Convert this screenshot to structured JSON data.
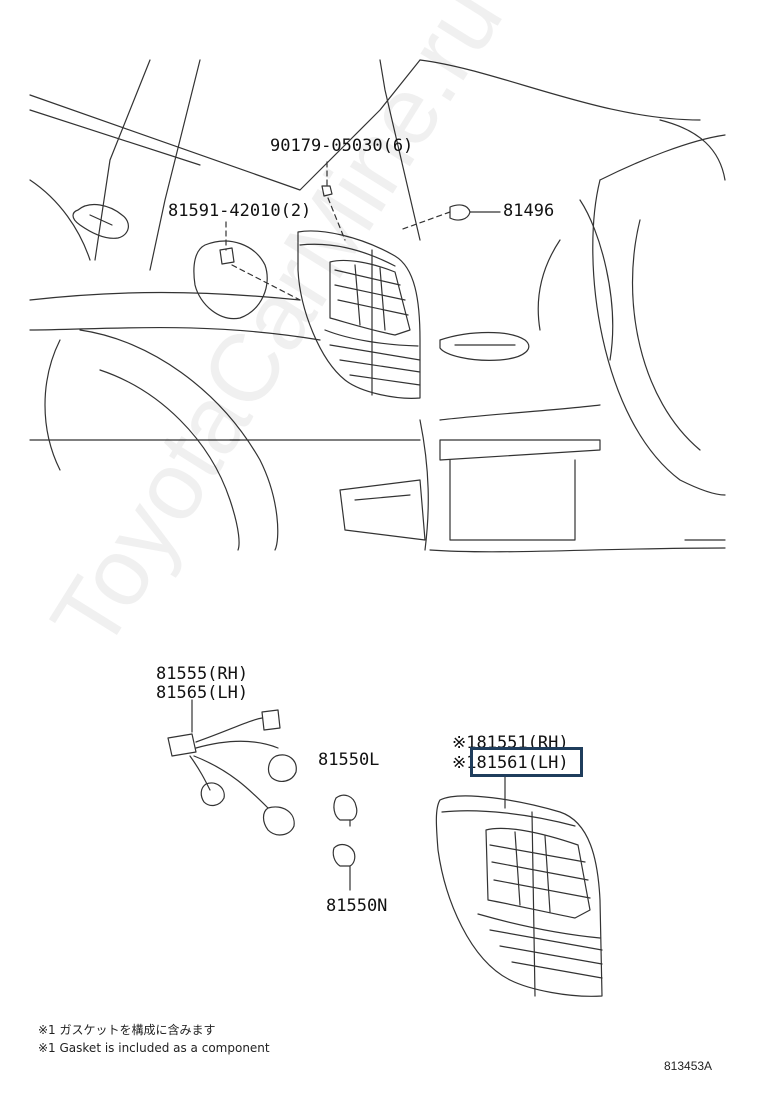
{
  "callouts": {
    "bolt": "90179-05030(6)",
    "clip": "81591-42010(2)",
    "cap": "81496",
    "socket_rh": "81555(RH)",
    "socket_lh": "81565(LH)",
    "bulb_l": "81550L",
    "bulb_n": "81550N",
    "lamp_rh": "※181551(RH)",
    "lamp_lh": "※181561(LH)"
  },
  "notes": {
    "jp": "※1 ガスケットを構成に含みます",
    "en": "※1 Gasket is included as a component"
  },
  "diagram_code": "813453A",
  "watermark": "ToyotaCarMine.ru",
  "colors": {
    "line": "#333333",
    "highlight": "#1f3d5c"
  }
}
